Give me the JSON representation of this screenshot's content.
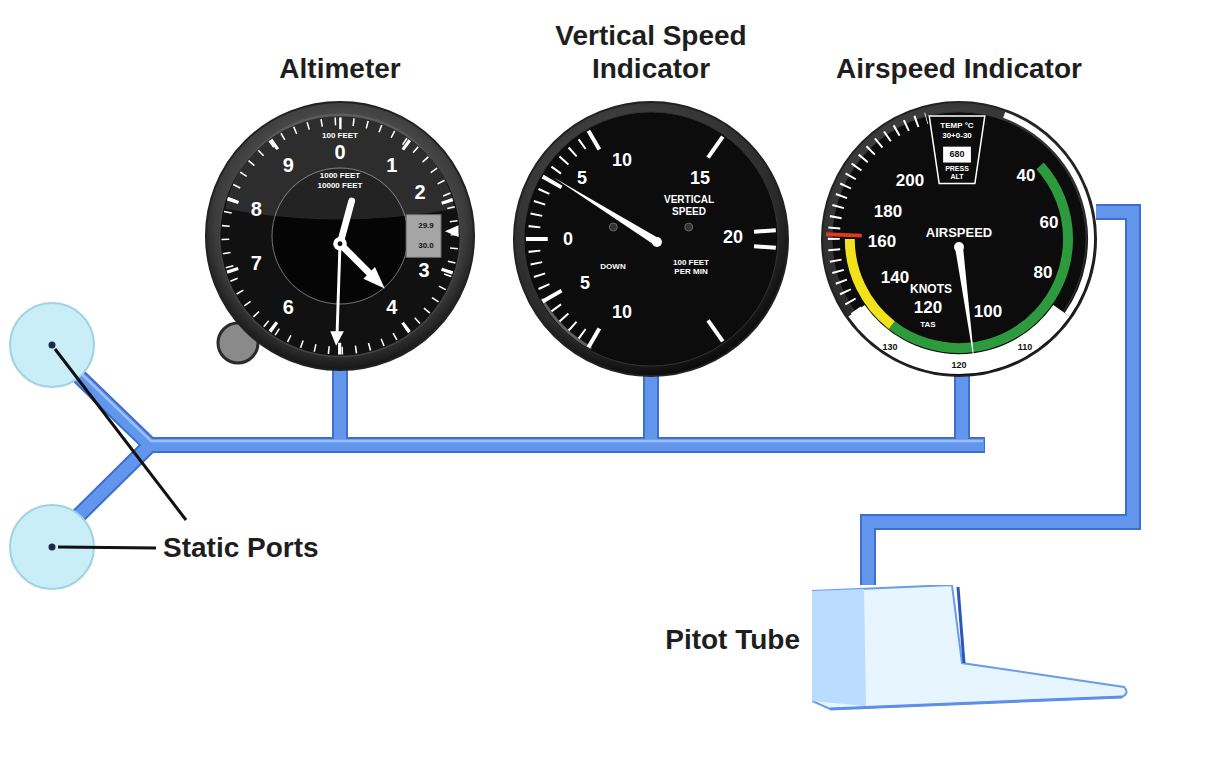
{
  "diagram": {
    "nodes": [
      {
        "text": [
          "Altimeter",
          "0",
          "1",
          "2",
          "3",
          "4",
          "6",
          "7",
          "8",
          "9",
          "100 FEET",
          "1000 FEET",
          "10000 FEET",
          "29.9",
          "30.0"
        ]
      },
      {
        "text": [
          "Vertical Speed Indicator",
          "10",
          "5",
          "0",
          "5",
          "10",
          "15",
          "20",
          "VERTICAL SPEED",
          "DOWN",
          "100 FEET PER MIN"
        ]
      },
      {
        "text": [
          "Airspeed Indicator",
          "200",
          "180",
          "160",
          "140",
          "120",
          "100",
          "40",
          "60",
          "80",
          "TEMP °C",
          "30+0-30",
          "680",
          "PRESS ALT",
          "AIRSPEED",
          "KNOTS",
          "TAS",
          "130",
          "120",
          "110"
        ]
      },
      {
        "text": [
          "Pitot Tube"
        ]
      }
    ],
    "edges": [
      {
        "from": 3,
        "to": 2,
        "arrow": "none"
      }
    ],
    "labels": [
      "Static Ports"
    ]
  }
}
